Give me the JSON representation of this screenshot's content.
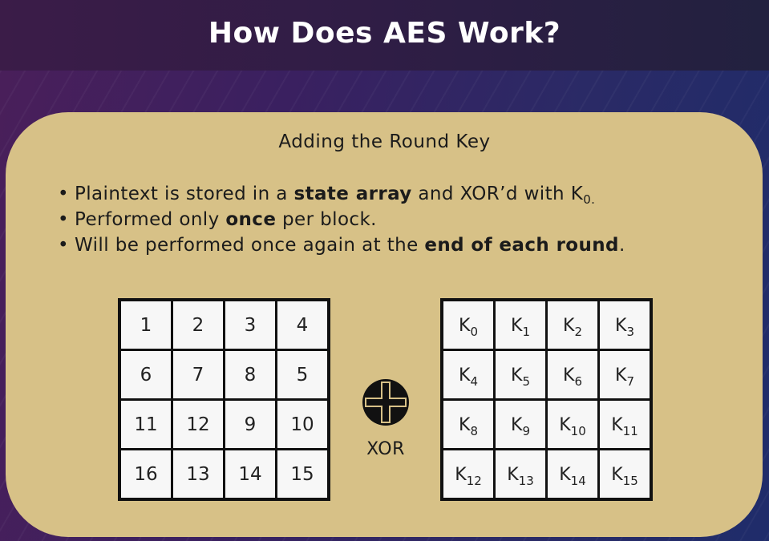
{
  "header": {
    "title": "How Does AES Work?"
  },
  "section": {
    "title": "Adding the Round Key"
  },
  "bullets": [
    {
      "marker": "•",
      "pre": "Plaintext is stored in a ",
      "bold": "state array",
      "post": " and XOR’d with K",
      "sub": "0."
    },
    {
      "marker": "•",
      "pre": "Performed only ",
      "bold": "once",
      "post": " per block."
    },
    {
      "marker": "•",
      "pre": "Will be performed once again at the ",
      "bold": "end of each round",
      "post": "."
    }
  ],
  "state_array": [
    [
      "1",
      "2",
      "3",
      "4"
    ],
    [
      "6",
      "7",
      "8",
      "5"
    ],
    [
      "11",
      "12",
      "9",
      "10"
    ],
    [
      "16",
      "13",
      "14",
      "15"
    ]
  ],
  "key_array": {
    "letter": "K",
    "subscripts": [
      [
        "0",
        "1",
        "2",
        "3"
      ],
      [
        "4",
        "5",
        "6",
        "7"
      ],
      [
        "8",
        "9",
        "10",
        "11"
      ],
      [
        "12",
        "13",
        "14",
        "15"
      ]
    ]
  },
  "operator": {
    "icon": "xor-circle-plus-icon",
    "label": "XOR"
  },
  "colors": {
    "panel": "#d7c187",
    "header_text": "#ffffff",
    "grid_border": "#111111",
    "cell_bg": "#f7f7f7"
  }
}
